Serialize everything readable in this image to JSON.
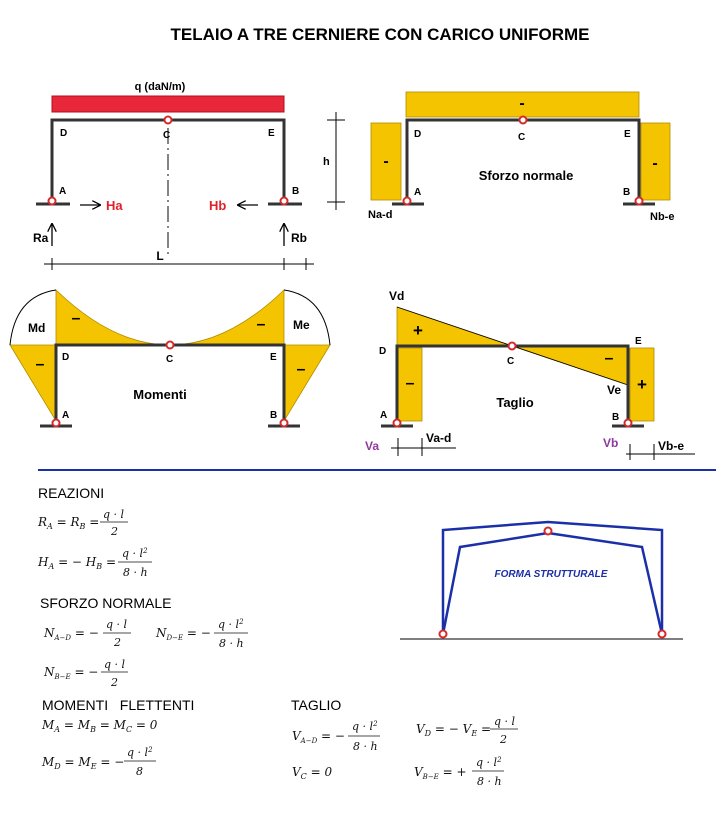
{
  "title": "TELAIO A TRE CERNIERE CON CARICO UNIFORME",
  "colors": {
    "load": "#e8283a",
    "diagram": "#f5c400",
    "frame": "#333333",
    "hinge": "#d42a2a",
    "accent_red": "#e0202a",
    "purple": "#8e3a9e",
    "blue": "#1b2fa8"
  },
  "panel_loads": {
    "load_label": "q (daN/m)",
    "nodes": {
      "D": "D",
      "C": "C",
      "E": "E",
      "A": "A",
      "B": "B"
    },
    "ha": "Ha",
    "hb": "Hb",
    "ra": "Ra",
    "rb": "Rb",
    "h": "h",
    "l": "L"
  },
  "panel_normal": {
    "caption": "Sforzo normale",
    "beam_sign": "-",
    "left_sign": "-",
    "right_sign": "-",
    "na_d": "Na-d",
    "nb_e": "Nb-e",
    "nodes": {
      "D": "D",
      "C": "C",
      "E": "E",
      "A": "A",
      "B": "B"
    }
  },
  "panel_moment": {
    "caption": "Momenti",
    "md": "Md",
    "me": "Me",
    "sign": "–",
    "nodes": {
      "D": "D",
      "C": "C",
      "E": "E",
      "A": "A",
      "B": "B"
    }
  },
  "panel_shear": {
    "caption": "Taglio",
    "vd": "Vd",
    "ve": "Ve",
    "va": "Va",
    "vb": "Vb",
    "va_d": "Va-d",
    "vb_e": "Vb-e",
    "plus": "+",
    "minus": "–",
    "nodes": {
      "D": "D",
      "C": "C",
      "E": "E",
      "A": "A",
      "B": "B"
    }
  },
  "form": {
    "label": "FORMA STRUTTURALE"
  },
  "sections": {
    "reazioni": "REAZIONI",
    "sforzo": "SFORZO NORMALE",
    "momenti": "MOMENTI   FLETTENTI",
    "taglio": "TAGLIO"
  }
}
